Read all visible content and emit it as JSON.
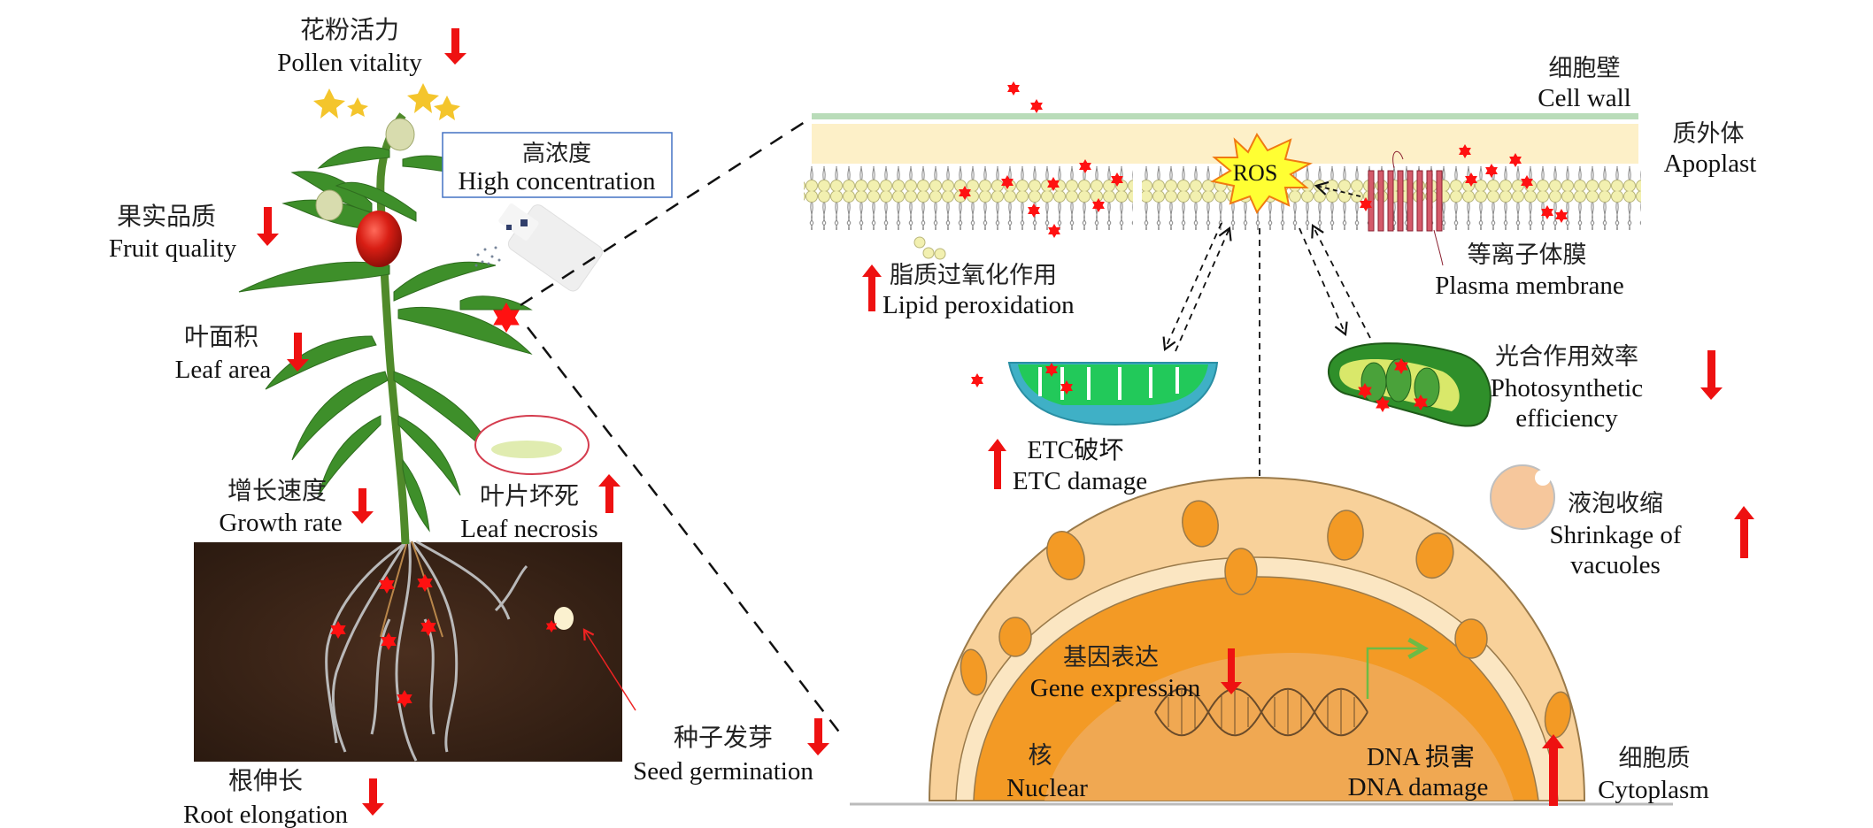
{
  "colors": {
    "arrow": "#ee1111",
    "star": "#ff1111",
    "cell_wall": "#b9dcb9",
    "apoplast": "#fdf0c8",
    "lipid_head": "#f2f0b0",
    "nucleus_outer": "#f8d19a",
    "nucleus_inner": "#f39a25",
    "ros_fill": "#ffff33",
    "soil": "#3a2418",
    "box_border": "#4472c4"
  },
  "plant": {
    "labels": [
      {
        "id": "pollen",
        "zh": "花粉活力",
        "en": "Pollen vitality",
        "trend": "down"
      },
      {
        "id": "fruit",
        "zh": "果实品质",
        "en": "Fruit quality",
        "trend": "down"
      },
      {
        "id": "leafarea",
        "zh": "叶面积",
        "en": "Leaf area",
        "trend": "down"
      },
      {
        "id": "growth",
        "zh": "增长速度",
        "en": "Growth rate",
        "trend": "down"
      },
      {
        "id": "necrosis",
        "zh": "叶片坏死",
        "en": "Leaf necrosis",
        "trend": "up"
      },
      {
        "id": "root",
        "zh": "根伸长",
        "en": "Root elongation",
        "trend": "down"
      },
      {
        "id": "seed",
        "zh": "种子发芽",
        "en": "Seed germination",
        "trend": "down"
      }
    ],
    "concentration_box": {
      "zh": "高浓度",
      "en": "High concentration"
    }
  },
  "cell": {
    "labels": [
      {
        "id": "cellwall",
        "zh": "细胞壁",
        "en": "Cell wall"
      },
      {
        "id": "apoplast",
        "zh": "质外体",
        "en": "Apoplast"
      },
      {
        "id": "plasma",
        "zh": "等离子体膜",
        "en": "Plasma membrane"
      },
      {
        "id": "lipid",
        "zh": "脂质过氧化作用",
        "en": "Lipid peroxidation",
        "trend": "up"
      },
      {
        "id": "etc",
        "zh": "ETC破坏",
        "en": "ETC damage",
        "trend": "up"
      },
      {
        "id": "photo",
        "zh": "光合作用效率",
        "en": "Photosynthetic",
        "en2": "efficiency",
        "trend": "down"
      },
      {
        "id": "vacuole",
        "zh": "液泡收缩",
        "en": "Shrinkage of",
        "en2": "vacuoles",
        "trend": "up"
      },
      {
        "id": "gene",
        "zh": "基因表达",
        "en": "Gene expression",
        "trend": "down"
      },
      {
        "id": "nuclear",
        "zh": "核",
        "en": "Nuclear"
      },
      {
        "id": "dna",
        "zh": "DNA 损害",
        "en": "DNA damage",
        "trend": "up"
      },
      {
        "id": "cytoplasm",
        "zh": "细胞质",
        "en": "Cytoplasm"
      }
    ],
    "ros_label": "ROS"
  }
}
